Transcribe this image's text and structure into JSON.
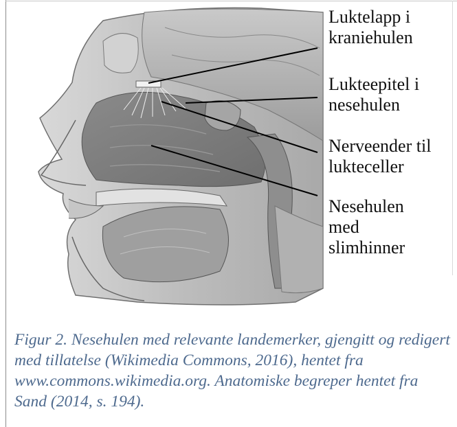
{
  "figure": {
    "labels": [
      {
        "id": "olfactory-bulb",
        "text": "Luktelapp i\nkraniehulen"
      },
      {
        "id": "olfactory-epithelium",
        "text": "Lukteepitel i\nnesehulen"
      },
      {
        "id": "nerve-endings",
        "text": "Nerveender til\nlukteceller"
      },
      {
        "id": "nasal-cavity",
        "text": "Nesehulen\nmed\nslimhinner"
      }
    ],
    "caption": "Figur 2. Nesehulen med relevante landemerker, gjengitt og redigert med tillatelse (Wikimedia Commons, 2016), hentet fra www.commons.wikimedia.org. Anatomiske begreper hentet fra Sand (2014, s. 194).",
    "colors": {
      "caption": "#4e6a8e",
      "label": "#111111",
      "illustration_base": "#b9b9b9"
    }
  }
}
